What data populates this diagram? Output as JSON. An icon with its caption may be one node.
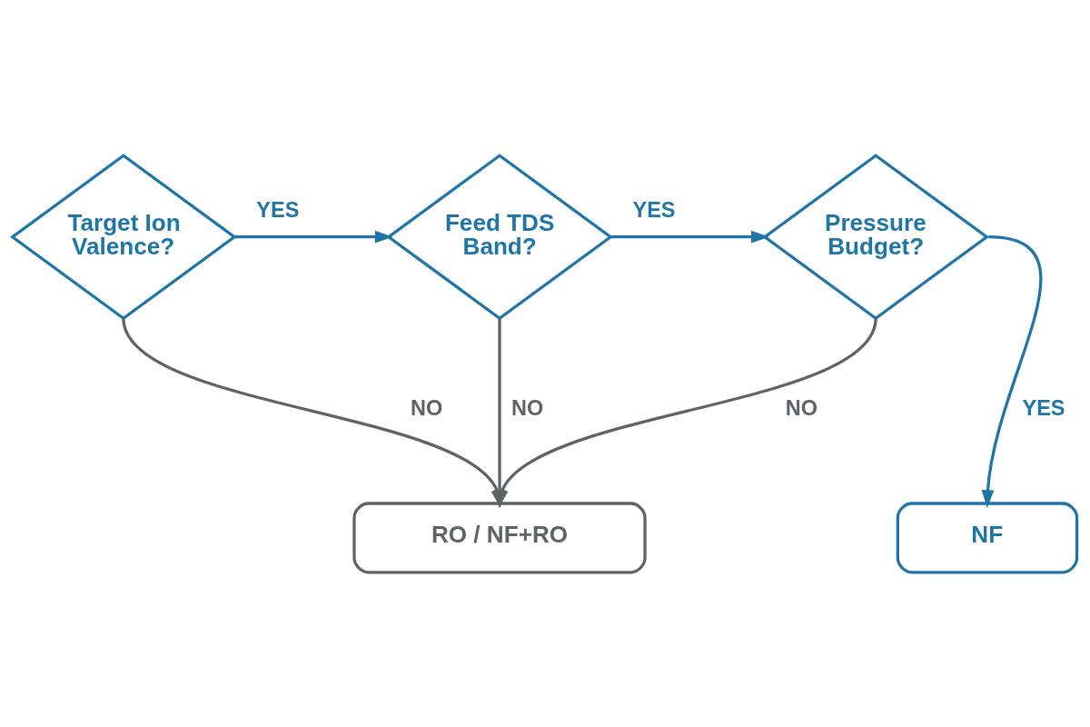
{
  "diagram": {
    "nodes": [
      {
        "text": [
          "Target Ion Valence?"
        ]
      },
      {
        "text": [
          "Feed TDS Band?"
        ]
      },
      {
        "text": [
          "Pressure Budget?"
        ]
      },
      {
        "text": [
          "RO / NF+RO"
        ]
      },
      {
        "text": [
          "NF"
        ]
      }
    ],
    "edges": [
      {
        "from": 0,
        "to": 1,
        "arrow": "to",
        "label": "YES",
        "color": "#1f74a8"
      },
      {
        "from": 1,
        "to": 2,
        "arrow": "to",
        "label": "YES",
        "color": "#1f74a8"
      },
      {
        "from": 2,
        "to": 4,
        "arrow": "to",
        "label": "YES",
        "color": "#1f74a8"
      },
      {
        "from": 0,
        "to": 3,
        "arrow": "to",
        "label": "NO",
        "color": "#5f6368"
      },
      {
        "from": 1,
        "to": 3,
        "arrow": "to",
        "label": "NO",
        "color": "#5f6368"
      },
      {
        "from": 2,
        "to": 3,
        "arrow": "to",
        "label": "NO",
        "color": "#5f6368"
      }
    ]
  }
}
